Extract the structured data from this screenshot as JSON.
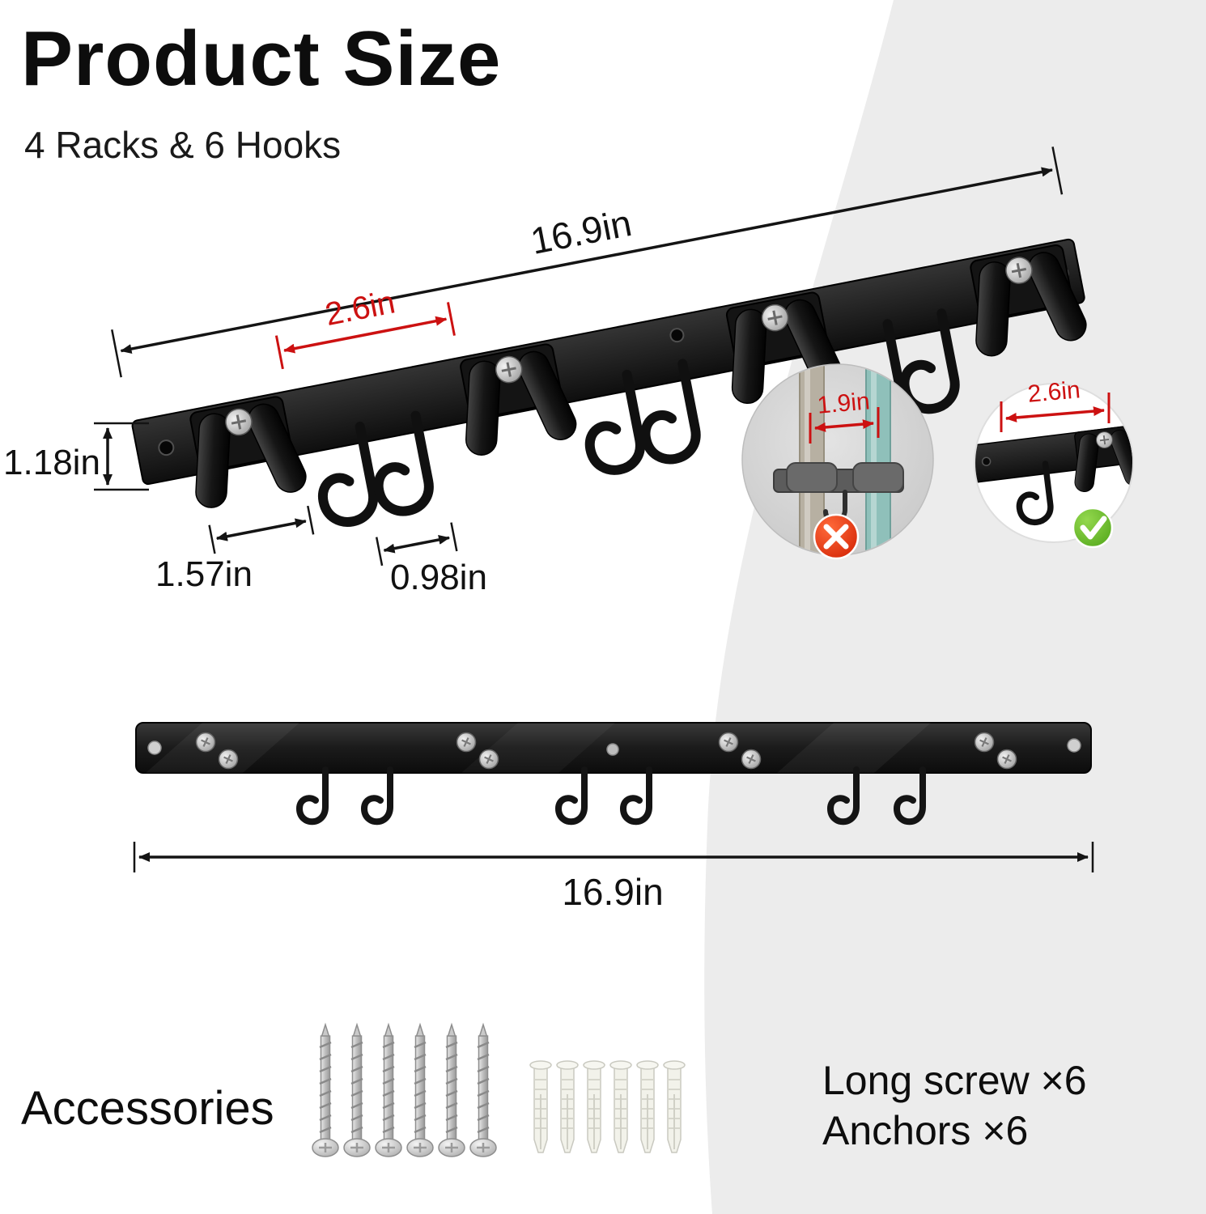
{
  "page": {
    "title": "Product Size",
    "subtitle": "4 Racks & 6 Hooks"
  },
  "top_view": {
    "total_length_label": "16.9in",
    "spacing_label": "2.6in",
    "height_label": "1.18in",
    "rack_width_label": "1.57in",
    "hook_width_label": "0.98in"
  },
  "callouts": {
    "wrong": {
      "dimension_label": "1.9in",
      "badge_icon": "x-mark"
    },
    "right": {
      "dimension_label": "2.6in",
      "badge_icon": "check-mark"
    }
  },
  "front_view": {
    "total_length_label": "16.9in"
  },
  "accessories": {
    "heading": "Accessories",
    "long_screw_label": "Long screw ×6",
    "anchors_label": "Anchors ×6"
  },
  "colors": {
    "dimension_red": "#cc1111",
    "check_green": "#58b32a",
    "cross_red": "#e03414",
    "rack_black": "#161616",
    "panel_gray": "#ececec"
  }
}
